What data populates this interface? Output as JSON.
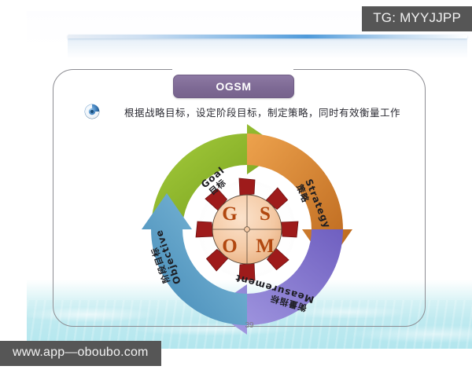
{
  "overlays": {
    "tg_badge": "TG: MYYJJPP",
    "watermark": "www.app—oboubo.com"
  },
  "slide": {
    "banner_title": "OGSM",
    "subtitle": "根据战略目标，设定阶段目标，制定策略，同时有效衡量工作",
    "spiral_icon": "spiral-icon",
    "page_number": "39"
  },
  "chart_data": {
    "type": "diagram",
    "title": "OGSM",
    "subtitle": "根据战略目标，设定阶段目标，制定策略，同时有效衡量工作",
    "layout": "four-quadrant circular cycle with central hub",
    "center": {
      "letters": [
        "G",
        "S",
        "O",
        "M"
      ],
      "fill_color": "#f4c9a4",
      "letter_color": "#b1470f",
      "spokes": 8,
      "spoke_color": "#9e1b1b"
    },
    "segments": [
      {
        "key": "goal",
        "en": "Goal",
        "cn": "目标",
        "position": "top-left",
        "color": "#8cb52c",
        "color_dark": "#6f9a18"
      },
      {
        "key": "strategy",
        "en": "Strategy",
        "cn": "策略",
        "position": "right",
        "color": "#e08a33",
        "color_dark": "#b9651b"
      },
      {
        "key": "measurement",
        "en": "Measurement",
        "cn": "衡量指标",
        "position": "bottom",
        "color": "#8f86d6",
        "color_dark": "#6f5fc0"
      },
      {
        "key": "objective",
        "en": "Objective",
        "cn": "阶段目标",
        "position": "left",
        "color": "#66a8cf",
        "color_dark": "#3f86b4"
      }
    ]
  },
  "colors": {
    "banner_purple": "#7e6a95",
    "water_band": "#bfeaf0",
    "overlay_gray": "#565656",
    "card_border": "#8c8c92"
  }
}
